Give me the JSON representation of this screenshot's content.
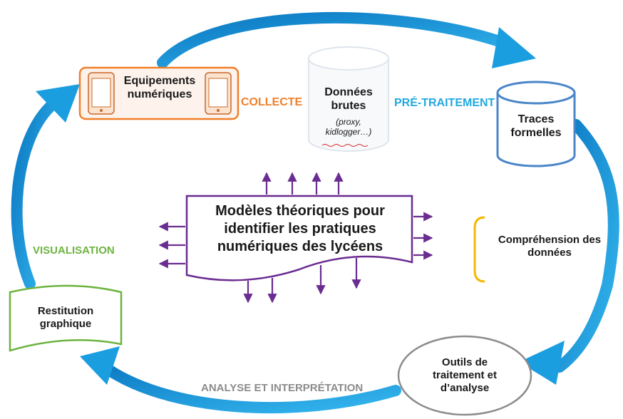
{
  "nodes": {
    "equipements": "Equipements numériques",
    "donnees_title": "Données brutes",
    "donnees_note": "(proxy, kidlogger…)",
    "traces": "Traces formelles",
    "modeles": "Modèles théoriques pour identifier les pratiques numériques des lycéens",
    "comprehension": "Compréhension des données",
    "outils": "Outils de traitement et d’analyse",
    "restitution": "Restitution graphique"
  },
  "steps": {
    "collecte": "COLLECTE",
    "pretraitement": "PRÉ-TRAITEMENT",
    "visualisation": "VISUALISATION",
    "analyse": "ANALYSE ET INTERPRÉTATION"
  },
  "colors": {
    "cycle_arrow": "#1a9ee0",
    "collecte": "#f07f2a",
    "pretraitement": "#22a9e0",
    "visualisation": "#6db33f",
    "analyse": "#8c8c8c",
    "modeles_border": "#6a2c91",
    "traces_border": "#4a86c8",
    "restitution_border": "#6db33f",
    "comprehension_bracket": "#f5b800"
  }
}
